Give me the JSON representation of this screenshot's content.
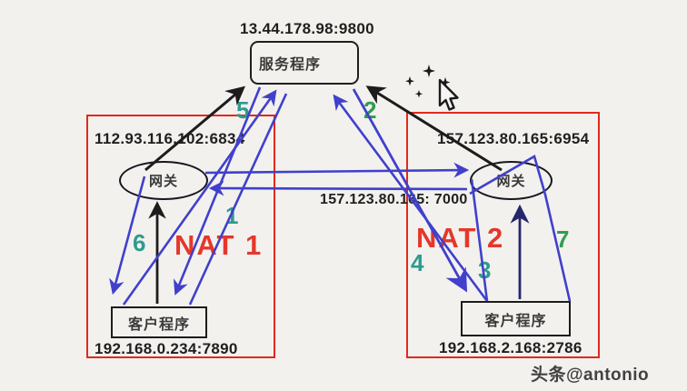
{
  "server": {
    "endpoint": "13.44.178.98:9800",
    "label": "服务程序"
  },
  "p2p_endpoint": "157.123.80.165: 7000",
  "nat1": {
    "name": "NAT 1",
    "public_endpoint": "112.93.116.102:6834",
    "gateway_label": "网关",
    "client_label": "客户程序",
    "private_endpoint": "192.168.0.234:7890"
  },
  "nat2": {
    "name": "NAT 2",
    "public_endpoint": "157.123.80.165:6954",
    "gateway_label": "网关",
    "client_label": "客户程序",
    "private_endpoint": "192.168.2.168:2786"
  },
  "steps": [
    {
      "n": "1",
      "color": "#2e9b8d"
    },
    {
      "n": "2",
      "color": "#2f9e4c"
    },
    {
      "n": "3",
      "color": "#2e9b8d"
    },
    {
      "n": "4",
      "color": "#2e9b8d"
    },
    {
      "n": "5",
      "color": "#2e9b8d"
    },
    {
      "n": "6",
      "color": "#2e9b8d"
    },
    {
      "n": "7",
      "color": "#2f9e4c"
    }
  ],
  "watermark": "头条@antonio",
  "colors": {
    "nat_box_red": "#e2291c",
    "arrow_blue": "#4040cc",
    "arrow_black": "#1c1c1c",
    "arrow_navy": "#26266b"
  }
}
